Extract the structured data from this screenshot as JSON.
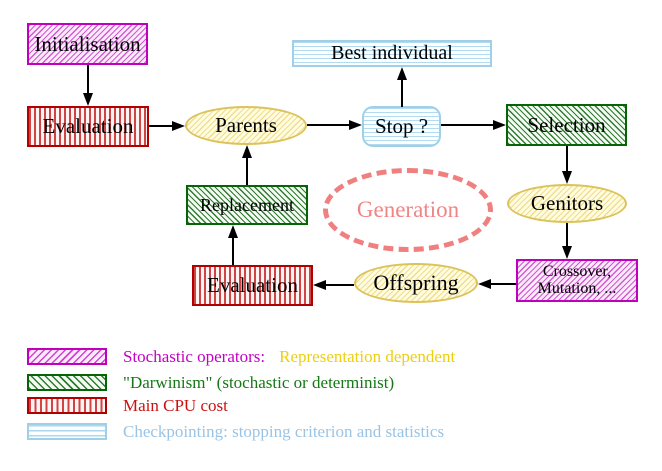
{
  "figure": {
    "nodes": {
      "initialisation": "Initialisation",
      "evaluation_top": "Evaluation",
      "parents": "Parents",
      "best_individual": "Best individual",
      "stop": "Stop ?",
      "selection": "Selection",
      "replacement": "Replacement",
      "generation": "Generation",
      "genitors": "Genitors",
      "evaluation_bottom": "Evaluation",
      "offspring": "Offspring",
      "crossover_line1": "Crossover,",
      "crossover_line2": "Mutation, ..."
    },
    "legend": {
      "rows": [
        {
          "swatch": "magenta-diagonal-hatch",
          "label": "Stochastic operators:",
          "label2": "Representation dependent"
        },
        {
          "swatch": "green-diagonal-hatch",
          "label": "\"Darwinism\" (stochastic or determinist)"
        },
        {
          "swatch": "red-vertical-lines",
          "label": "Main CPU cost"
        },
        {
          "swatch": "cyan-horizontal-lines",
          "label": "Checkpointing: stopping criterion and statistics"
        }
      ]
    },
    "colors": {
      "magenta": "#c400c4",
      "gold": "#eecf10",
      "green": "#157815",
      "red": "#cc1111",
      "light_blue": "#9ac4e6",
      "salmon": "#f08080",
      "yellow_fill": "#fffce2",
      "arrow": "#000000"
    }
  }
}
